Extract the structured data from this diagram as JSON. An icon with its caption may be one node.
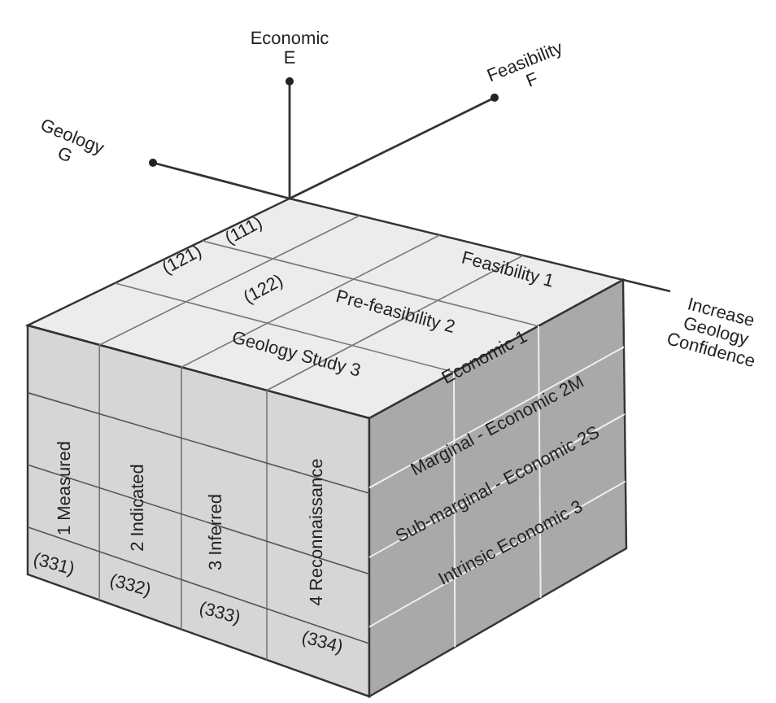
{
  "diagram": {
    "labels": [
      "Economic E",
      "Feasibility F",
      "Geology G",
      "(121)",
      "(111)",
      "(122)",
      "Feasibility 1",
      "Increase Geology Confidence",
      "Pre-feasibility 2",
      "Geology Study 3",
      "Economic 1",
      "1 Measured",
      "2 Indicated",
      "3 Inferred",
      "4 Reconnaissance",
      "Marginal - Economic 2M",
      "Sub-marginal - Economic 2S",
      "Intrinsic Economic 3",
      "(331)",
      "(332)",
      "(333)",
      "(334)"
    ]
  }
}
